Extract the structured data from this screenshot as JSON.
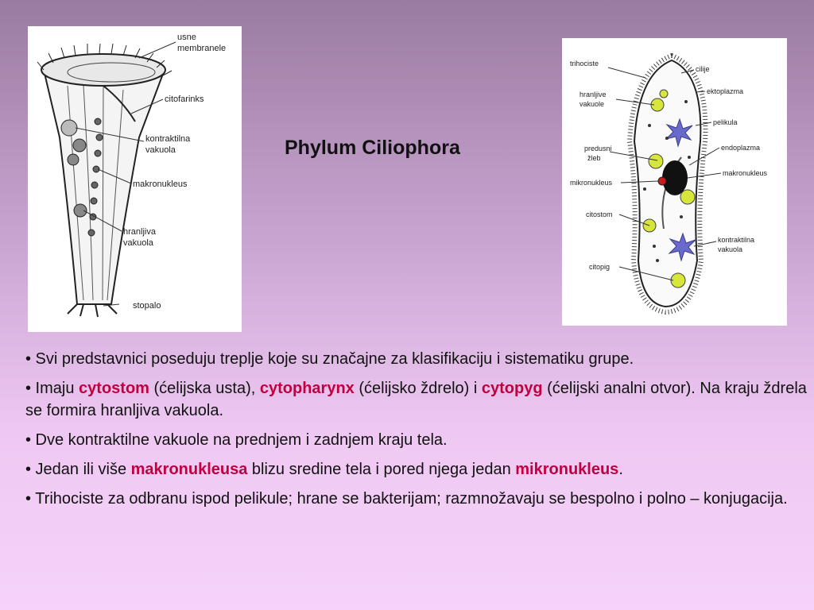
{
  "title": "Phylum Ciliophora",
  "colors": {
    "highlight": "#c0003f",
    "text": "#111111"
  },
  "left_figure": {
    "labels": {
      "usne": "usne",
      "membranele": "membranele",
      "citofarinks": "citofarinks",
      "kontraktilna": "kontraktilna",
      "vakuola": "vakuola",
      "makronukleus": "makronukleus",
      "hranljiva": "hranljiva",
      "vakuola2": "vakuola",
      "stopalo": "stopalo"
    }
  },
  "right_figure": {
    "labels": {
      "trihociste": "trihociste",
      "cilije": "cilije",
      "hranljive": "hranljive",
      "vakuole": "vakuole",
      "ektoplazma": "ektoplazma",
      "pelikula": "pelikula",
      "predusni": "predusni",
      "zleb": "žleb",
      "endoplazma": "endoplazma",
      "mikronukleus": "mikronukleus",
      "makronukleus": "makronukleus",
      "citostom": "citostom",
      "kontraktilna": "kontraktilna",
      "vakuola": "vakuola",
      "citopig": "citopig"
    }
  },
  "bullets": {
    "b1": {
      "text": "• Svi predstavnici poseduju treplje koje su značajne za klasifikaciju i sistematiku grupe."
    },
    "b2": {
      "p1": "• Imaju ",
      "h1": "cytostom",
      "p2": " (ćelijska usta), ",
      "h2": "cytopharynx",
      "p3": " (ćelijsko ždrelo) i ",
      "h3": "cytopyg",
      "p4": " (ćelijski analni otvor). Na kraju ždrela se formira hranljiva vakuola."
    },
    "b3": {
      "text": "• Dve kontraktilne vakuole na prednjem i zadnjem kraju tela."
    },
    "b4": {
      "p1": "• Jedan ili više ",
      "h1": "makronukleusa",
      "p2": " blizu sredine tela i pored njega jedan ",
      "h2": "mikronukleus",
      "p3": "."
    },
    "b5": {
      "text": "• Trihociste za odbranu ispod pelikule; hrane se bakterijam; razmnožavaju se bespolno i polno – konjugacija."
    }
  }
}
